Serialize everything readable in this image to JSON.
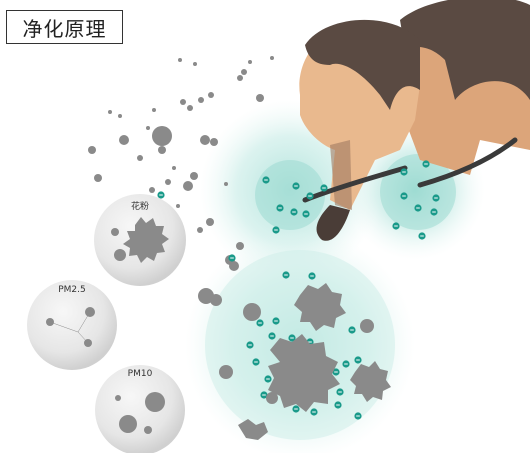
{
  "title": "净化原理",
  "particles": {
    "pollen_label": "花粉",
    "pm25_label": "PM2.5",
    "pm10_label": "PM10"
  },
  "ion_symbol": "−",
  "colors": {
    "ion": "#1a9a8a",
    "glow": "#bfe8e2",
    "particle": "#8a8a8a",
    "skin_front": "#e9b98e",
    "skin_back": "#dca57a",
    "hair": "#5a4a42",
    "device": "#3a3a3a"
  }
}
